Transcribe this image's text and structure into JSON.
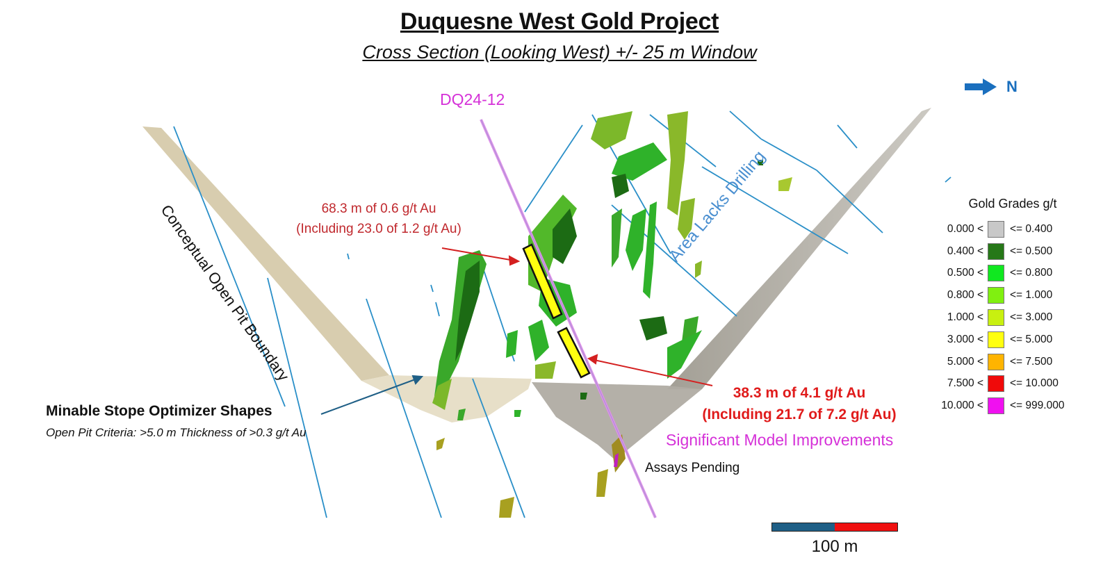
{
  "header": {
    "title": "Duquesne West Gold Project",
    "subtitle": "Cross Section (Looking West) +/- 25 m Window"
  },
  "north_arrow": {
    "icon": "right-arrow-icon",
    "label": "N",
    "color": "#1a6fbe"
  },
  "drillhole": {
    "id": "DQ24-12",
    "color": "#d531d8"
  },
  "annotations": {
    "upper_intercept": {
      "line1": "68.3 m of 0.6 g/t Au",
      "line2": "(Including 23.0 of 1.2 g/t Au)"
    },
    "lower_intercept": {
      "line1": "38.3 m of 4.1 g/t Au",
      "line2": "(Including 21.7 of 7.2 g/t Au)"
    },
    "model_improvements": "Significant Model Improvements",
    "assays_pending": "Assays Pending",
    "area_lacks_drilling": "Area Lacks Drilling",
    "pit_boundary": "Conceptual Open Pit Boundary",
    "mso_title": "Minable Stope Optimizer Shapes",
    "mso_criteria": "Open Pit Criteria: >5.0 m Thickness of >0.3 g/t Au"
  },
  "legend": {
    "title": "Gold Grades g/t",
    "items": [
      {
        "low": "0.000 <",
        "high": "<= 0.400",
        "color": "#c8c8c8"
      },
      {
        "low": "0.400 <",
        "high": "<= 0.500",
        "color": "#267818"
      },
      {
        "low": "0.500 <",
        "high": "<= 0.800",
        "color": "#10e820"
      },
      {
        "low": "0.800 <",
        "high": "<= 1.000",
        "color": "#80f010"
      },
      {
        "low": "1.000 <",
        "high": "<= 3.000",
        "color": "#c8f010"
      },
      {
        "low": "3.000 <",
        "high": "<= 5.000",
        "color": "#ffff10"
      },
      {
        "low": "5.000 <",
        "high": "<= 7.500",
        "color": "#ffb400"
      },
      {
        "low": "7.500 <",
        "high": "<= 10.000",
        "color": "#f00a0a"
      },
      {
        "low": "10.000 <",
        "high": "<= 999.000",
        "color": "#f010f0"
      }
    ]
  },
  "scale_bar": {
    "label": "100 m",
    "colors": [
      "#1f5f86",
      "#f01010"
    ]
  }
}
